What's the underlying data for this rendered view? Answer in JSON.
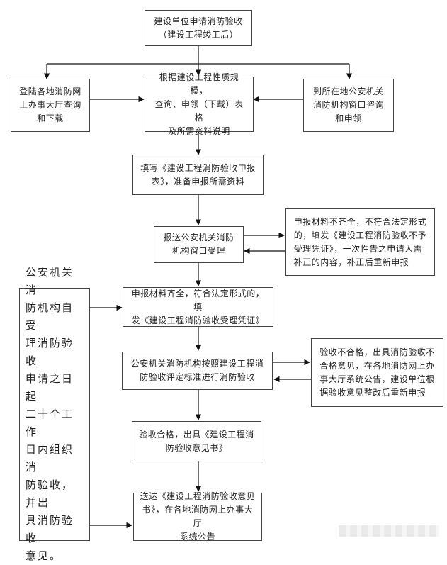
{
  "flowchart": {
    "start": "建设单位申请消防验收\n（建设工程竣工后）",
    "online": "登陆各地消防网\n上办事大厅查询\n和下载",
    "consult": "根据建设工程性质规模，\n查询、申领（下载）表格\n及所需资料说明",
    "counter": "到所在地公安机关\n消防机构窗口咨询\n和申领",
    "fill_form": "填写《建设工程消防验收申报\n表》，准备申报所需资料",
    "submit": "报送公安机关消防\n机构窗口受理",
    "incomplete": "申报材料不齐全，不符合法定形式\n的，填发《建设工程消防验收不予\n受理凭证》，一次性告之申请人需\n补正的内容，补正后重新申报",
    "accepted": "申报材料齐全，符合法定形式的，填\n发《建设工程消防验收受理凭证》",
    "inspection": "公安机关消防机构按照建设工程消\n防验收评定标准进行消防验收",
    "failed": "验收不合格，出具消防验收不\n合格意见，在各地消防网上办\n事大厅系统公告，建设单位根\n据验收意见整改后重新申报",
    "passed": "验收合格，出具《建设工程消\n防验收意见书》",
    "deliver": "送达《建设工程消防验收意见\n书》，在各地消防网上办事大厅\n系统公告",
    "deadline_note": "公安机关消\n防机构自受\n理消防验收\n申请之日起\n二十个工作\n日内组织消\n防验收，并出\n具消防验收\n意见。"
  }
}
